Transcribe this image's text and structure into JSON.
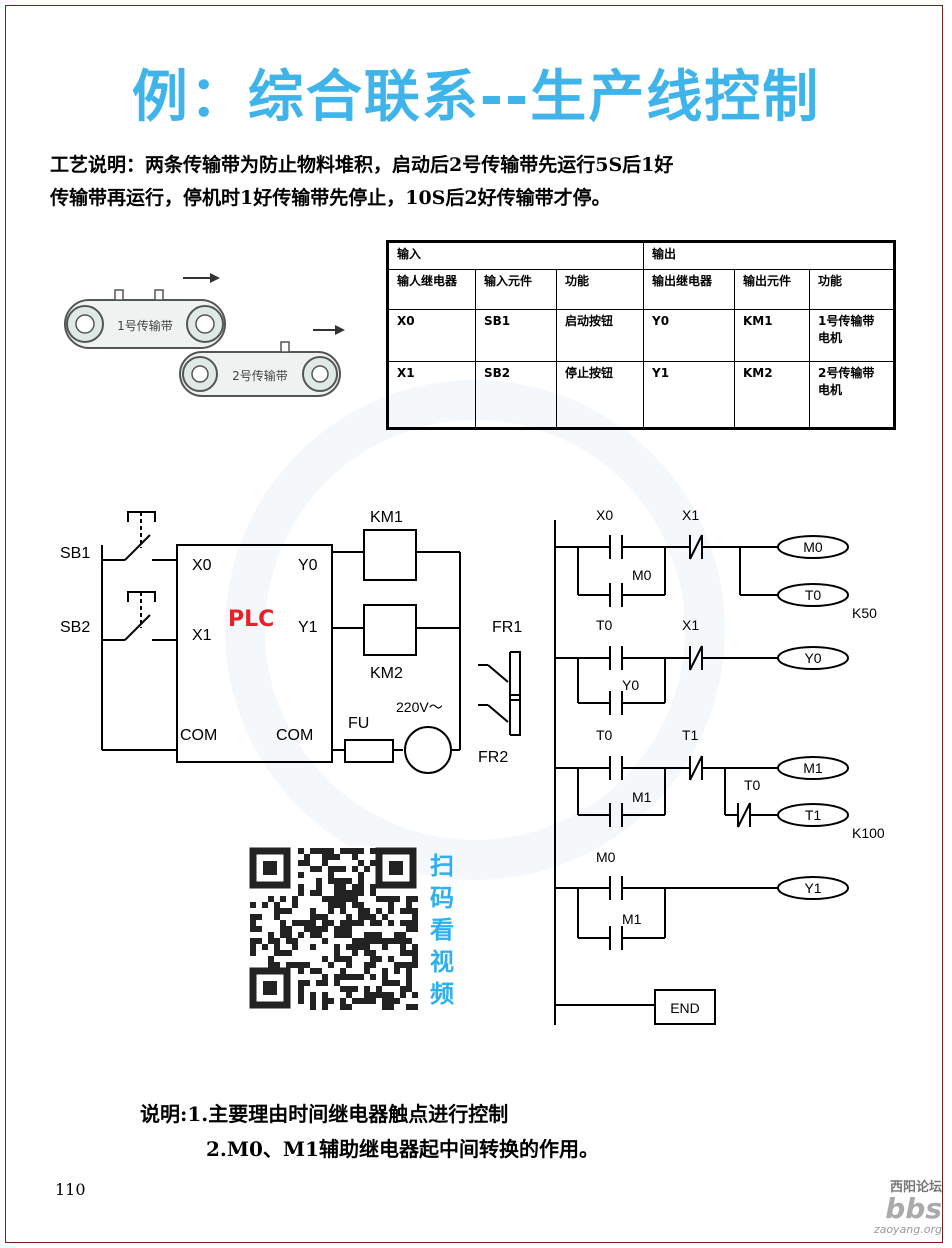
{
  "title": "例：综合联系--生产线控制",
  "description": {
    "line1": "工艺说明：两条传输带为防止物料堆积，启动后2号传输带先运行5S后1好",
    "line2": "传输带再运行，停机时1好传输带先停止，10S后2好传输带才停。"
  },
  "conveyors": {
    "belt1_label": "1号传输带",
    "belt2_label": "2号传输带"
  },
  "io_table": {
    "input_header": "输入",
    "output_header": "输出",
    "columns": [
      "输人继电器",
      "输入元件",
      "功能",
      "输出继电器",
      "输出元件",
      "功能"
    ],
    "rows": [
      [
        "X0",
        "SB1",
        "启动按钮",
        "Y0",
        "KM1",
        "1号传输带电机"
      ],
      [
        "X1",
        "SB2",
        "停止按钮",
        "Y1",
        "KM2",
        "2号传输带电机"
      ]
    ]
  },
  "wiring": {
    "sb1": "SB1",
    "sb2": "SB2",
    "x0": "X0",
    "x1": "X1",
    "plc": "PLC",
    "y0": "Y0",
    "y1": "Y1",
    "com_left": "COM",
    "com_right": "COM",
    "km1": "KM1",
    "km2": "KM2",
    "fu": "FU",
    "voltage": "220V～",
    "fr1": "FR1",
    "fr2": "FR2",
    "plc_color": "#e8202a"
  },
  "ladder": {
    "r1_c1": "X0",
    "r1_c2": "X1",
    "r1_parallel": "M0",
    "r1_coil1": "M0",
    "r1_coil2": "T0",
    "r1_k": "K50",
    "r2_c1": "T0",
    "r2_c2": "X1",
    "r2_parallel": "Y0",
    "r2_coil": "Y0",
    "r3_c1": "T0",
    "r3_c2": "T1",
    "r3_parallel": "M1",
    "r3_coil1": "M1",
    "r3_branch_contact": "T0",
    "r3_coil2": "T1",
    "r3_k": "K100",
    "r4_c1": "M0",
    "r4_parallel": "M1",
    "r4_coil": "Y1",
    "end": "END"
  },
  "qr": {
    "scan_text": [
      "扫",
      "码",
      "看",
      "视",
      "频"
    ]
  },
  "notes": {
    "line1": "说明:1.主要理由时间继电器触点进行控制",
    "line2": "2.M0、M1辅助继电器起中间转换的作用。"
  },
  "page_number": "110",
  "watermark": {
    "top": "西阳论坛",
    "main": "bbs",
    "small": "zaoyang.org"
  }
}
